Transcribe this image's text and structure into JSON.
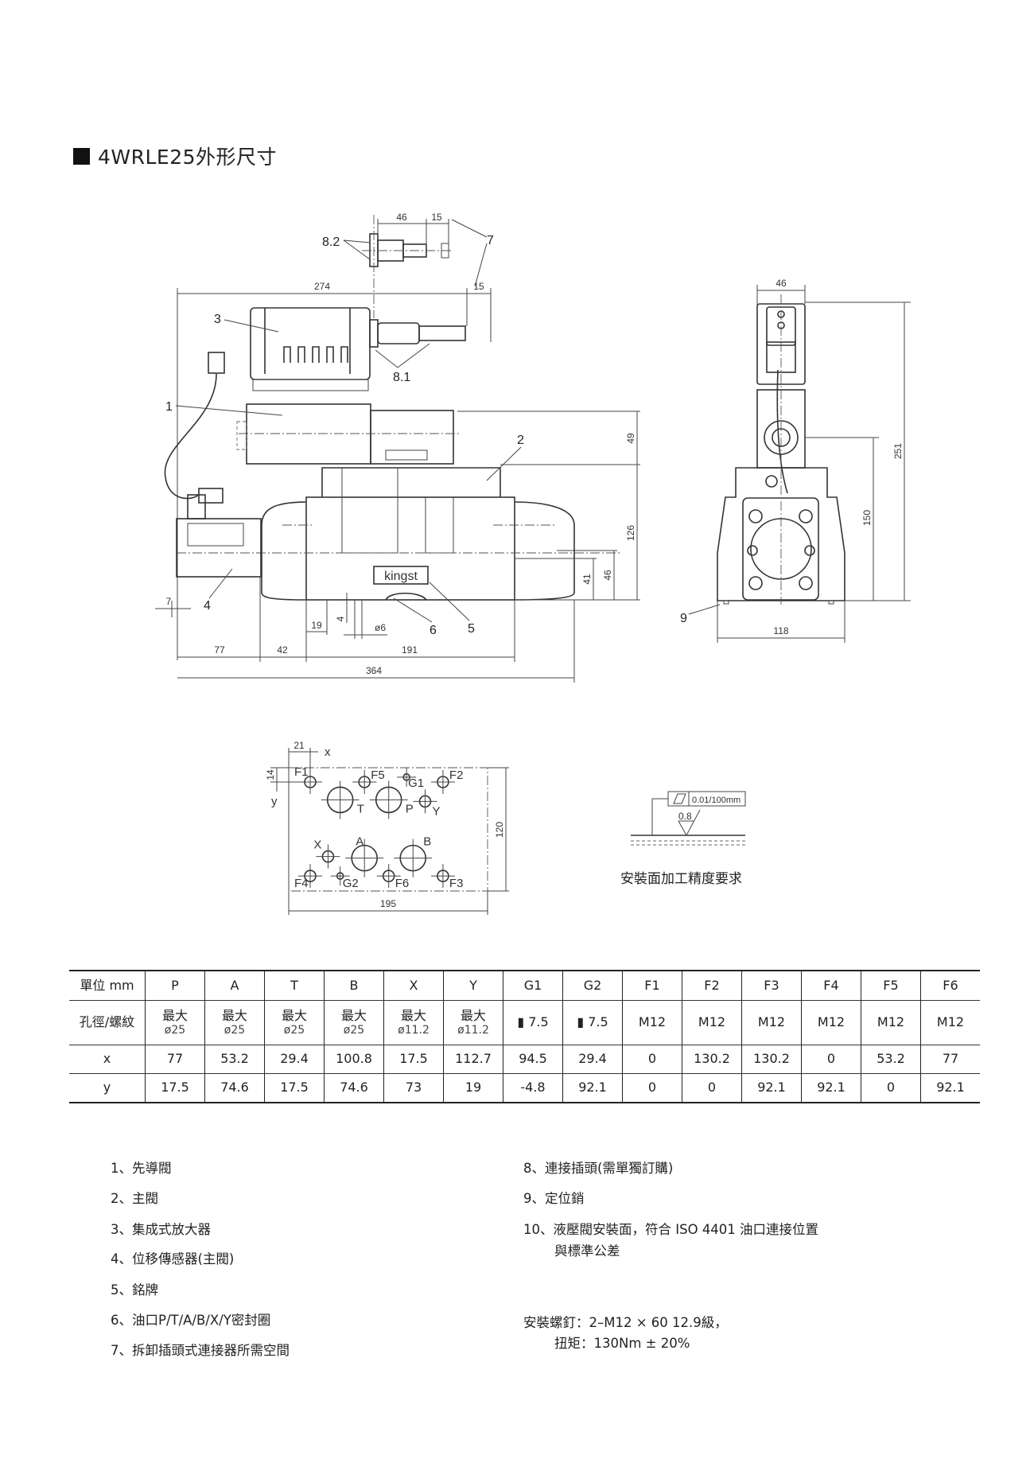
{
  "title": "4WRLE25外形尺寸",
  "front_view": {
    "dims": {
      "d46": "46",
      "d15a": "15",
      "d274": "274",
      "d15b": "15",
      "d49": "49",
      "d126": "126",
      "d41": "41",
      "d46b": "46",
      "d7": "7",
      "d19": "19",
      "d4": "4",
      "dphi6": "ø6",
      "d77": "77",
      "d42": "42",
      "d191": "191",
      "d364": "364"
    },
    "callouts": {
      "c1": "1",
      "c2": "2",
      "c3": "3",
      "c4": "4",
      "c5": "5",
      "c6": "6",
      "c7": "7",
      "c81": "8.1",
      "c82": "8.2"
    },
    "nameplate": "kingst"
  },
  "side_view": {
    "d46": "46",
    "d251": "251",
    "d150": "150",
    "d118": "118",
    "c9": "9"
  },
  "subplate": {
    "d21": "21",
    "axis_x": "x",
    "d14": "14",
    "axis_y": "y",
    "d120": "120",
    "d195": "195"
  },
  "flatness": {
    "tolerance": "0.01/100mm",
    "roughness": "0.8",
    "caption": "安裝面加工精度要求"
  },
  "table": {
    "header_label": "單位 mm",
    "row_labels": [
      "孔徑/螺紋",
      "x",
      "y"
    ],
    "ports": [
      {
        "name": "P",
        "size1": "最大",
        "size2": "ø25",
        "x": "77",
        "y": "17.5"
      },
      {
        "name": "A",
        "size1": "最大",
        "size2": "ø25",
        "x": "53.2",
        "y": "74.6"
      },
      {
        "name": "T",
        "size1": "最大",
        "size2": "ø25",
        "x": "29.4",
        "y": "17.5"
      },
      {
        "name": "B",
        "size1": "最大",
        "size2": "ø25",
        "x": "100.8",
        "y": "74.6"
      },
      {
        "name": "X",
        "size1": "最大",
        "size2": "ø11.2",
        "x": "17.5",
        "y": "73"
      },
      {
        "name": "Y",
        "size1": "最大",
        "size2": "ø11.2",
        "x": "112.7",
        "y": "19"
      },
      {
        "name": "G1",
        "size1": "▮ 7.5",
        "size2": "",
        "x": "94.5",
        "y": "-4.8"
      },
      {
        "name": "G2",
        "size1": "▮ 7.5",
        "size2": "",
        "x": "29.4",
        "y": "92.1"
      },
      {
        "name": "F1",
        "size1": "M12",
        "size2": "",
        "x": "0",
        "y": "0"
      },
      {
        "name": "F2",
        "size1": "M12",
        "size2": "",
        "x": "130.2",
        "y": "0"
      },
      {
        "name": "F3",
        "size1": "M12",
        "size2": "",
        "x": "130.2",
        "y": "92.1"
      },
      {
        "name": "F4",
        "size1": "M12",
        "size2": "",
        "x": "0",
        "y": "92.1"
      },
      {
        "name": "F5",
        "size1": "M12",
        "size2": "",
        "x": "53.2",
        "y": "0"
      },
      {
        "name": "F6",
        "size1": "M12",
        "size2": "",
        "x": "77",
        "y": "92.1"
      }
    ]
  },
  "notes_left": [
    "1、先導閥",
    "2、主閥",
    "3、集成式放大器",
    "4、位移傳感器(主閥)",
    "5、銘牌",
    "6、油口P/T/A/B/X/Y密封圈",
    "7、拆卸插頭式連接器所需空間"
  ],
  "notes_right": {
    "n8": "8、連接插頭(需單獨訂購)",
    "n9": "9、定位銷",
    "n10a": "10、液壓閥安裝面，符合 ISO 4401 油口連接位置",
    "n10b": "與標準公差",
    "bolts": "安裝螺釘：2–M12 × 60  12.9級，",
    "torque": "扭矩：130Nm ± 20%"
  }
}
